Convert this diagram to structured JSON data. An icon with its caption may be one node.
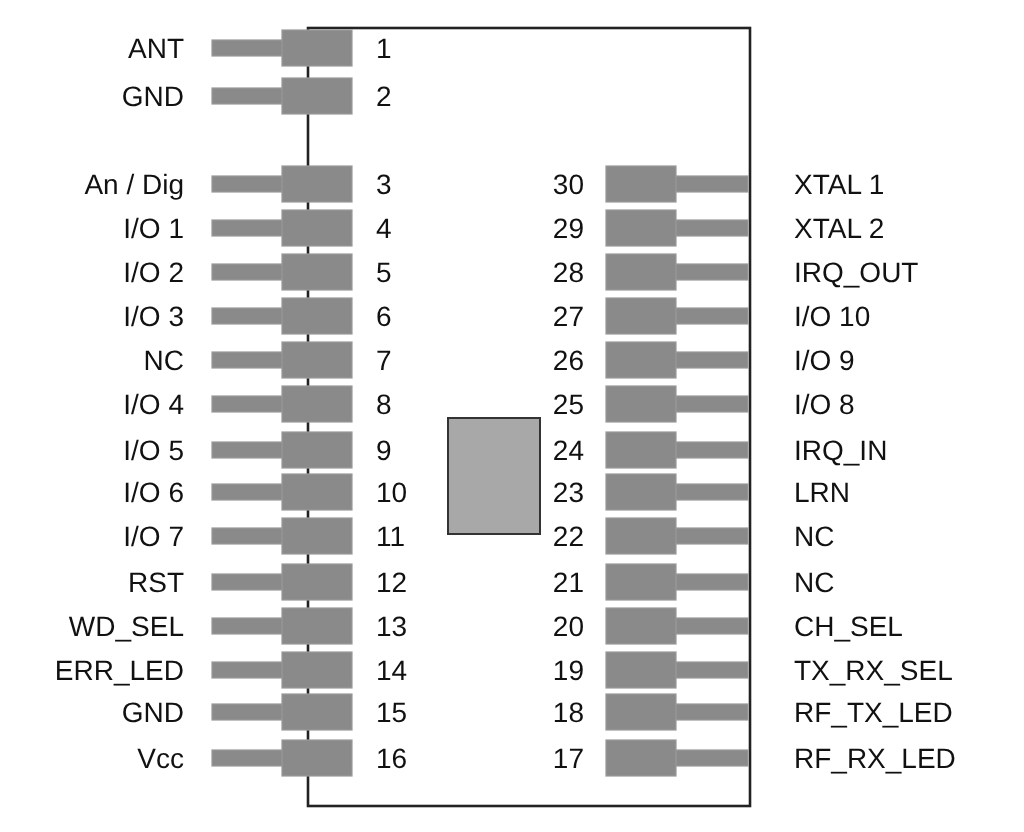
{
  "diagram": {
    "labels": [
      "ANT",
      "1",
      "GND",
      "2",
      "An / Dig",
      "3",
      "30",
      "XTAL 1",
      "I/O 1",
      "4",
      "29",
      "XTAL 2",
      "I/O 2",
      "5",
      "28",
      "IRQ_OUT",
      "I/O 3",
      "6",
      "27",
      "I/O 10",
      "NC",
      "7",
      "26",
      "I/O 9",
      "I/O 4",
      "8",
      "25",
      "I/O 8",
      "I/O 5",
      "9",
      "24",
      "IRQ_IN",
      "I/O 6",
      "10",
      "23",
      "LRN",
      "I/O 7",
      "11",
      "22",
      "NC",
      "RST",
      "12",
      "21",
      "NC",
      "WD_SEL",
      "13",
      "20",
      "CH_SEL",
      "ERR_LED",
      "14",
      "19",
      "TX_RX_SEL",
      "GND",
      "15",
      "18",
      "RF_TX_LED",
      "Vcc",
      "16",
      "17",
      "RF_RX_LED"
    ]
  }
}
